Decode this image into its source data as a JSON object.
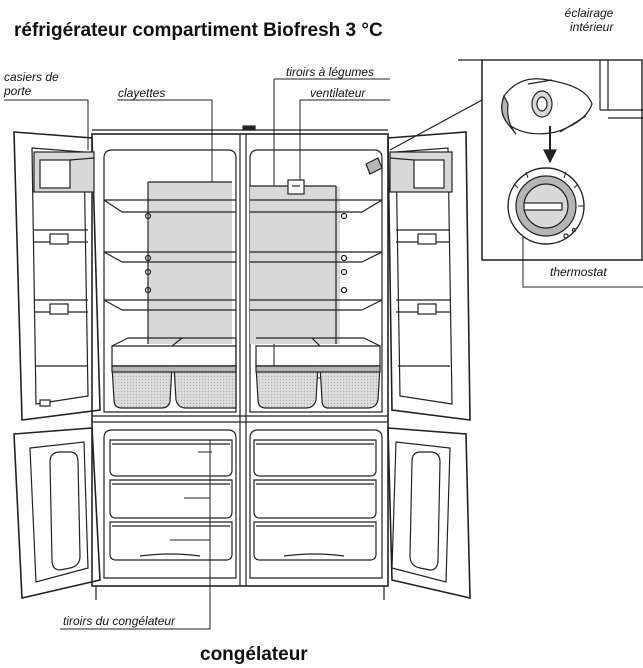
{
  "titles": {
    "top": "réfrigérateur  compartiment Biofresh 3 °C",
    "bottom": "congélateur"
  },
  "labels": {
    "door_bins": [
      "casiers de",
      "porte"
    ],
    "shelves": "clayettes",
    "vegetable_drawers": "tiroirs à légumes",
    "fan": "ventilateur",
    "interior_light": [
      "éclairage",
      "intérieur"
    ],
    "thermostat": "thermostat",
    "freezer_drawers": "tiroirs du congélateur"
  },
  "icons": {
    "light_bulb": "light-bulb-icon",
    "thermostat_dial": "thermostat-dial-icon",
    "arrow": "arrow-down-icon"
  },
  "colors": {
    "line": "#222222",
    "shade": "#d8d8d8",
    "shade_dark": "#b5b5b5",
    "background": "#ffffff"
  }
}
